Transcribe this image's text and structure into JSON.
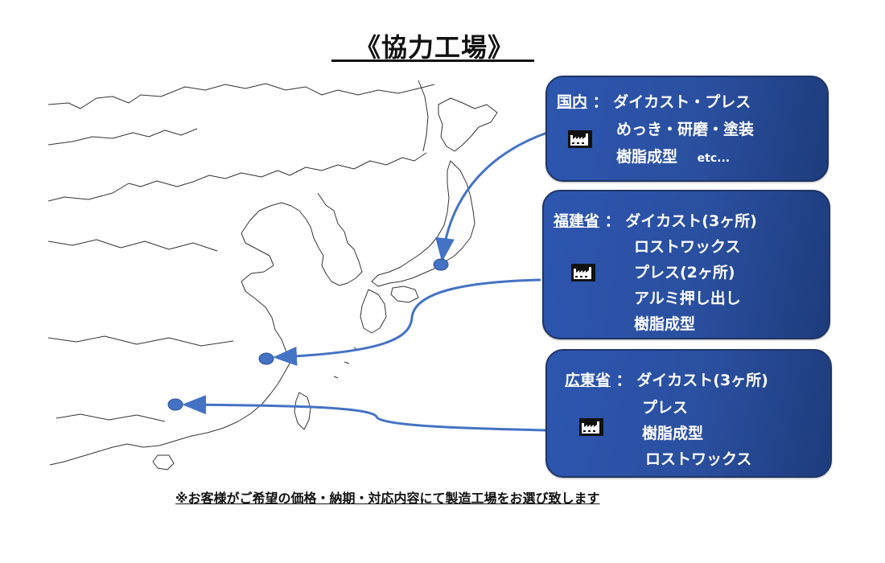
{
  "title": "《協力工場》",
  "boxes": {
    "domestic": {
      "label": "国内",
      "separator": "：",
      "lines": [
        "ダイカスト・プレス",
        "めっき・研磨・塗装",
        "樹脂成型"
      ],
      "extra": "etc..."
    },
    "fujian": {
      "label": "福建省",
      "separator": "：",
      "lines": [
        "ダイカスト(3ヶ所)",
        "ロストワックス",
        "プレス(2ヶ所)",
        "アルミ押し出し",
        "樹脂成型"
      ]
    },
    "guangdong": {
      "label": "広東省",
      "separator": "：",
      "lines": [
        "ダイカスト(3ヶ所)",
        "プレス",
        "樹脂成型",
        "ロストワックス"
      ]
    }
  },
  "icons": [
    "factory-icon",
    "factory-icon",
    "factory-icon"
  ],
  "colors": {
    "box_fill": "#2d56b0",
    "box_border": "#1f3566",
    "arrow": "#4472c4",
    "marker": "#4472c4"
  },
  "footer": "※お客様がご希望の価格・納期・対応内容にて製造工場をお選び致します"
}
